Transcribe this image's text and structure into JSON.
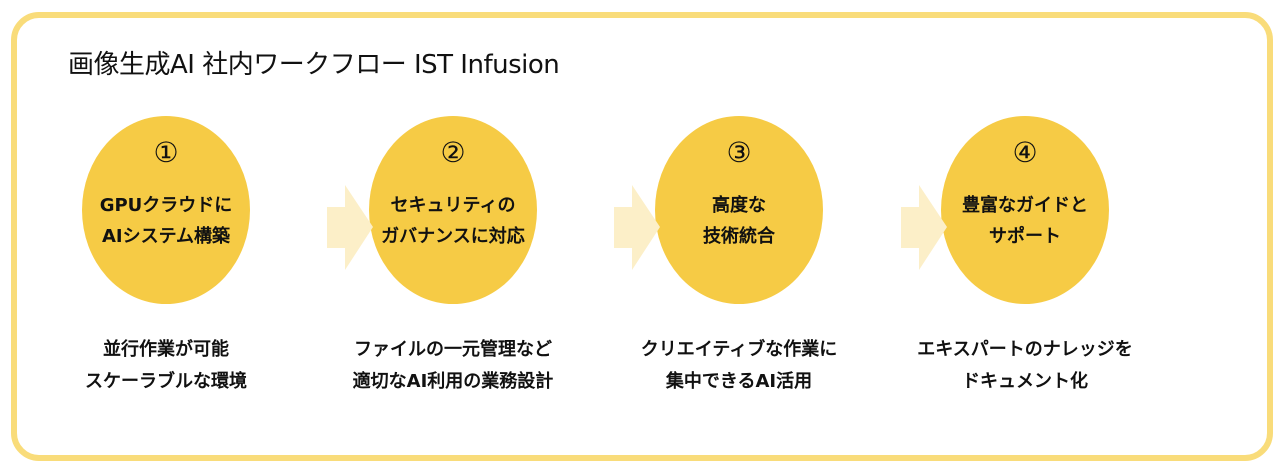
{
  "title": "画像生成AI 社内ワークフロー IST Infusion",
  "colors": {
    "frame": "#f9dc7a",
    "circle": "#f6cb45",
    "arrow": "#fcefc8"
  },
  "steps": [
    {
      "number": "①",
      "lines": [
        "GPUクラウドに",
        "AIシステム構築"
      ],
      "caption": [
        "並行作業が可能",
        "スケーラブルな環境"
      ]
    },
    {
      "number": "②",
      "lines": [
        "セキュリティの",
        "ガバナンスに対応"
      ],
      "caption": [
        "ファイルの一元管理など",
        "適切なAI利用の業務設計"
      ]
    },
    {
      "number": "③",
      "lines": [
        "高度な",
        "技術統合"
      ],
      "caption": [
        "クリエイティブな作業に",
        "集中できるAI活用"
      ]
    },
    {
      "number": "④",
      "lines": [
        "豊富なガイドと",
        "サポート"
      ],
      "caption": [
        "エキスパートのナレッジを",
        "ドキュメント化"
      ]
    }
  ]
}
